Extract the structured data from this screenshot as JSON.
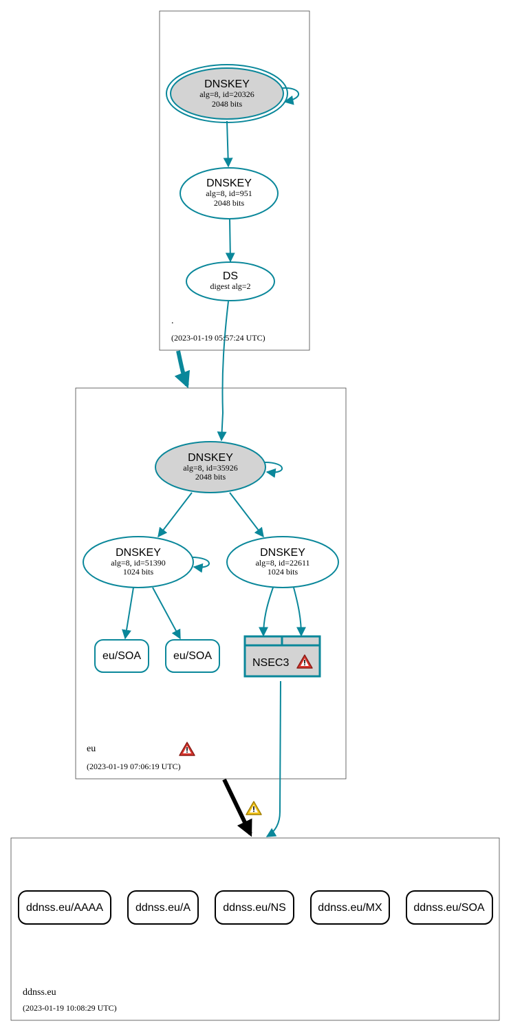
{
  "colors": {
    "edge": "#0a879a",
    "node_fill_gray": "#d3d3d3",
    "delegation_insecure": "#000000",
    "error_icon": "#d8342c",
    "warning_icon": "#f1c21b"
  },
  "zones": {
    "root": {
      "name": ".",
      "timestamp": "(2023-01-19 05:57:24 UTC)"
    },
    "eu": {
      "name": "eu",
      "timestamp": "(2023-01-19 07:06:19 UTC)",
      "status_icon": "error-icon"
    },
    "ddnss": {
      "name": "ddnss.eu",
      "timestamp": "(2023-01-19 10:08:29 UTC)"
    }
  },
  "nodes": {
    "root_ksk": {
      "title": "DNSKEY",
      "line1": "alg=8, id=20326",
      "line2": "2048 bits"
    },
    "root_zsk": {
      "title": "DNSKEY",
      "line1": "alg=8, id=951",
      "line2": "2048 bits"
    },
    "root_ds": {
      "title": "DS",
      "line1": "digest alg=2"
    },
    "eu_ksk": {
      "title": "DNSKEY",
      "line1": "alg=8, id=35926",
      "line2": "2048 bits"
    },
    "eu_zsk1": {
      "title": "DNSKEY",
      "line1": "alg=8, id=51390",
      "line2": "1024 bits"
    },
    "eu_zsk2": {
      "title": "DNSKEY",
      "line1": "alg=8, id=22611",
      "line2": "1024 bits"
    },
    "eu_soa1": {
      "label": "eu/SOA"
    },
    "eu_soa2": {
      "label": "eu/SOA"
    },
    "eu_nsec3": {
      "label": "NSEC3",
      "status_icon": "error-icon"
    }
  },
  "delegation": {
    "status_icon": "warning-icon"
  },
  "rrsets": [
    {
      "label": "ddnss.eu/AAAA"
    },
    {
      "label": "ddnss.eu/A"
    },
    {
      "label": "ddnss.eu/NS"
    },
    {
      "label": "ddnss.eu/MX"
    },
    {
      "label": "ddnss.eu/SOA"
    }
  ]
}
